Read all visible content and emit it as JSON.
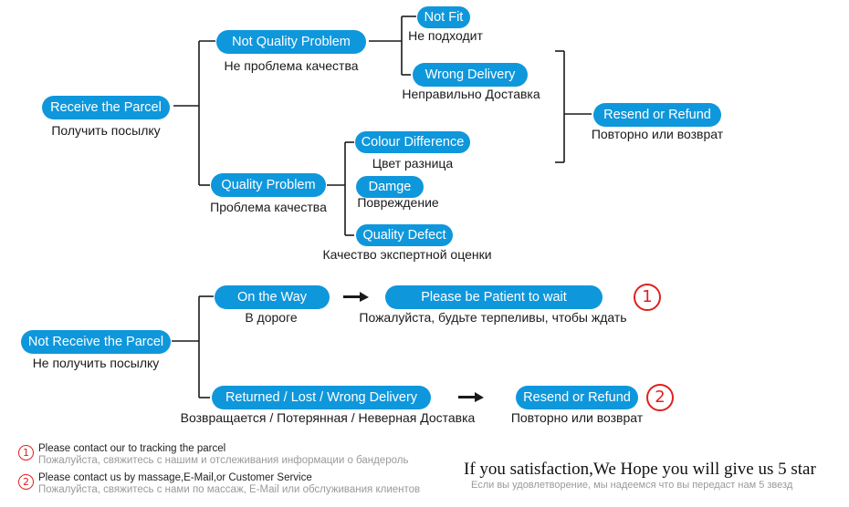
{
  "top": {
    "receive": {
      "en": "Receive the Parcel",
      "ru": "Получить посылку"
    },
    "not_quality": {
      "en": "Not Quality Problem",
      "ru": "Не проблема качества"
    },
    "not_fit": {
      "en": "Not Fit",
      "ru": "Не подходит"
    },
    "wrong_delivery": {
      "en": "Wrong Delivery",
      "ru": "Неправильно Доставка"
    },
    "resend_refund": {
      "en": "Resend or Refund",
      "ru": "Повторно или возврат"
    },
    "quality_problem": {
      "en": "Quality Problem",
      "ru": "Проблема качества"
    },
    "colour_diff": {
      "en": "Colour Difference",
      "ru": "Цвет разница"
    },
    "damge": {
      "en": "Damge",
      "ru": "Повреждение"
    },
    "quality_defect": {
      "en": "Quality Defect",
      "ru": "Качество экспертной оценки"
    }
  },
  "bottom": {
    "not_receive": {
      "en": "Not Receive the Parcel",
      "ru": "Не получить посылку"
    },
    "on_way": {
      "en": "On the Way",
      "ru": "В дороге"
    },
    "patient": {
      "en": "Please be Patient to wait",
      "ru": "Пожалуйста, будьте терпеливы, чтобы ждать"
    },
    "returned": {
      "en": "Returned / Lost / Wrong Delivery",
      "ru": "Возвращается / Потерянная / Неверная Доставка"
    },
    "resend_refund": {
      "en": "Resend or Refund",
      "ru": "Повторно или возврат"
    },
    "marker1": "1",
    "marker2": "2"
  },
  "notes": [
    {
      "num": "1",
      "en": "Please contact our to tracking the parcel",
      "ru": "Пожалуйста, свяжитесь с нашим и отслеживания информации о бандероль"
    },
    {
      "num": "2",
      "en": "Please contact us by massage,E-Mail,or Customer Service",
      "ru": "Пожалуйста, свяжитесь с нами по массаж, E-Mail или обслуживания клиентов"
    }
  ],
  "closing": {
    "en": "If you satisfaction,We Hope you will give us 5 star",
    "ru": "Если вы удовлетворение, мы надеемся что вы передаст нам 5 звезд"
  },
  "colors": {
    "pill": "#0f97dc",
    "marker": "#e02020"
  }
}
